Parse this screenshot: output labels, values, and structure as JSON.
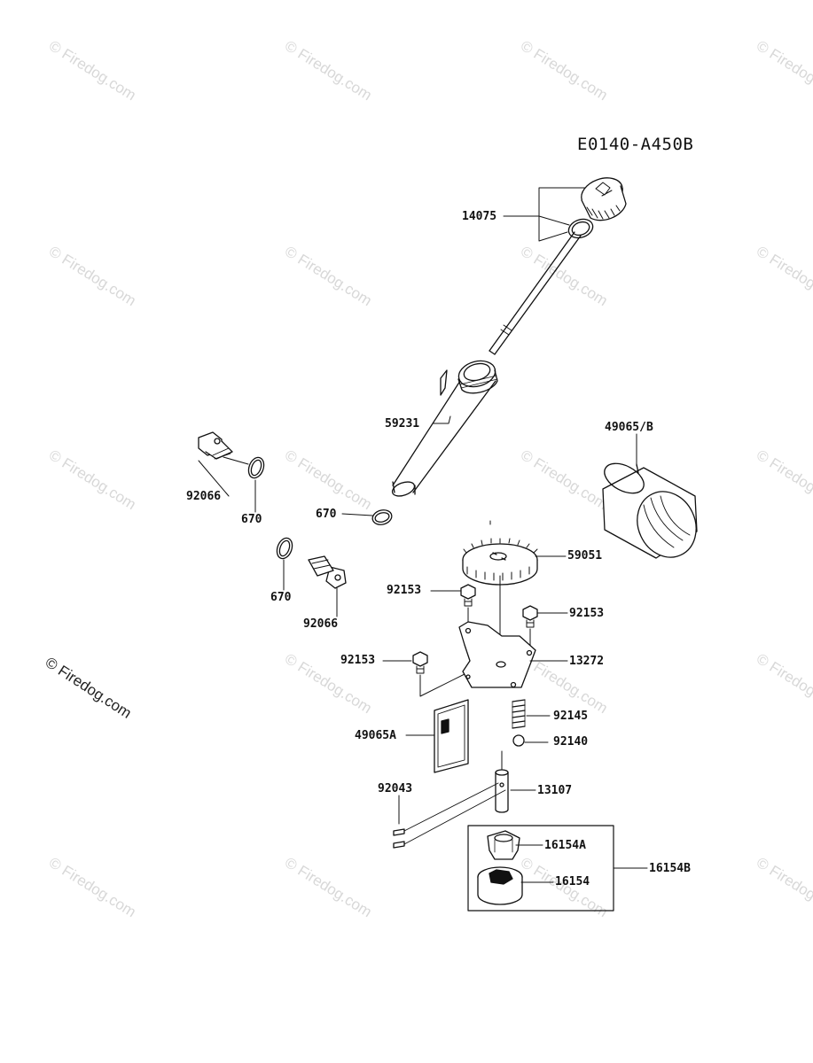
{
  "diagram_code": "E0140-A450B",
  "copyright": "© Firedog.com",
  "watermark": "© Firedog.com",
  "labels": {
    "p14075": "14075",
    "p59231": "59231",
    "p49065B": "49065/B",
    "p92066_top": "92066",
    "p670_top": "670",
    "p670_dipstick": "670",
    "p670_lower": "670",
    "p92066_lower": "92066",
    "p59051": "59051",
    "p92153_a": "92153",
    "p92153_b": "92153",
    "p92153_c": "92153",
    "p13272": "13272",
    "p92145": "92145",
    "p49065A": "49065A",
    "p92140": "92140",
    "p92043": "92043",
    "p13107": "13107",
    "p16154A": "16154A",
    "p16154": "16154",
    "p16154B": "16154B"
  },
  "colors": {
    "line": "#111111",
    "watermark": "#d8d8d8"
  }
}
